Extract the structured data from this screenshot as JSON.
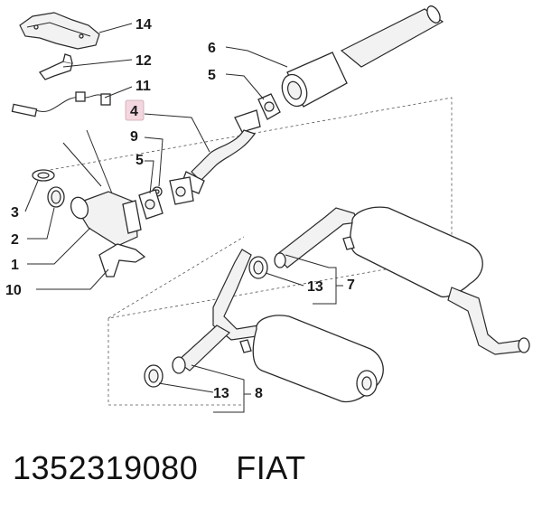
{
  "callouts": {
    "c1": "1",
    "c2": "2",
    "c3": "3",
    "c4": "4",
    "c5a": "5",
    "c5b": "5",
    "c6": "6",
    "c7": "7",
    "c8": "8",
    "c9": "9",
    "c10": "10",
    "c11": "11",
    "c12": "12",
    "c13a": "13",
    "c13b": "13",
    "c14": "14"
  },
  "highlight_color": "#f4d6de",
  "caption": {
    "part_number": "1352319080",
    "brand": "FIAT"
  }
}
